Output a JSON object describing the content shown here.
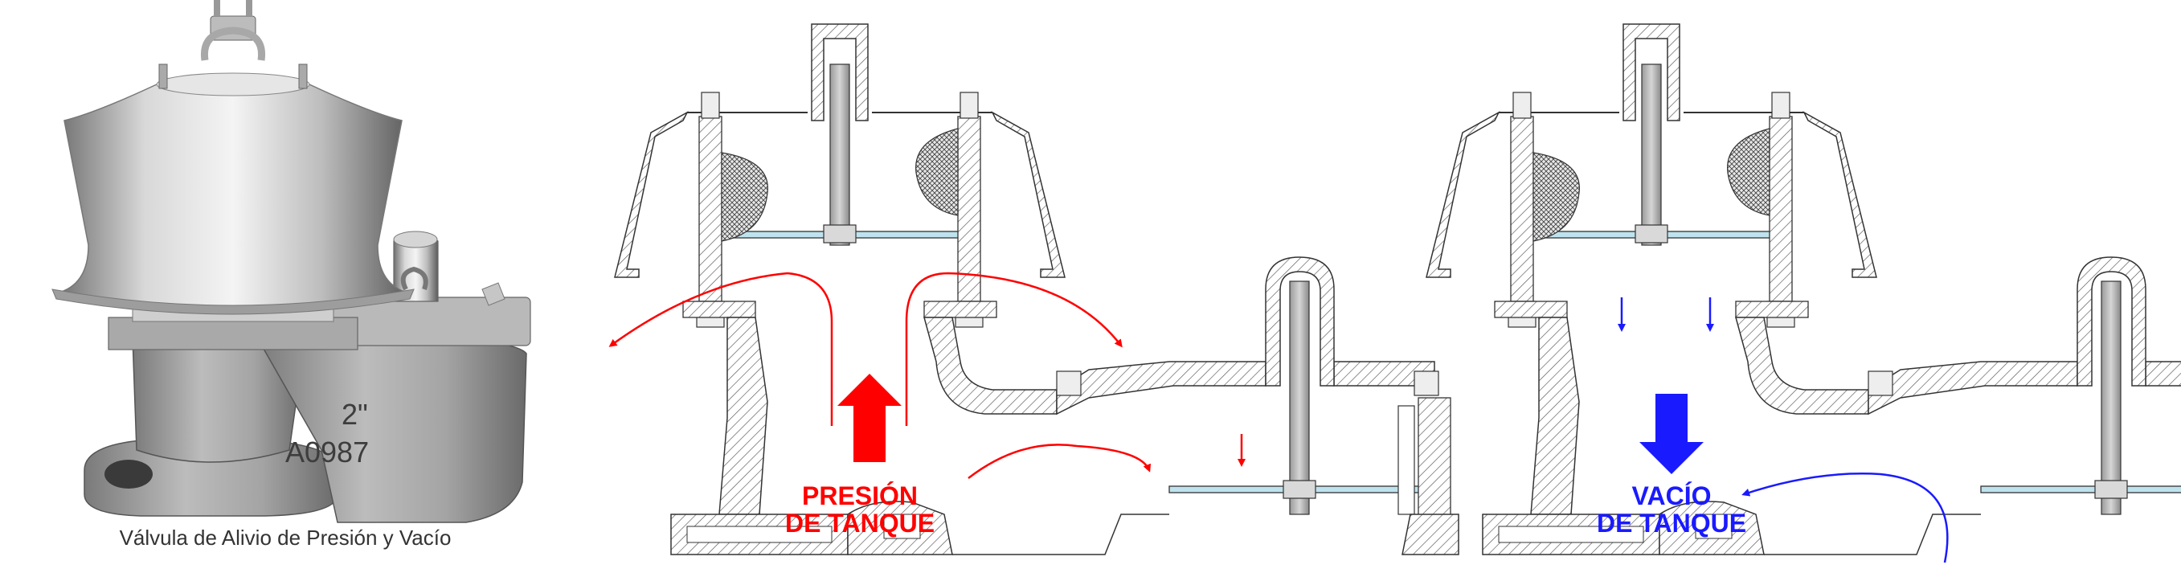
{
  "photo": {
    "caption": "Válvula de Alivio de Presión y Vacío",
    "body_marking_size": "2\"",
    "body_marking_code": "A0987"
  },
  "pressure_diagram": {
    "label_line1": "PRESIÓN",
    "label_line2": "DE TANQUE",
    "color": "#ff0000"
  },
  "vacuum_diagram": {
    "label_line1": "VACÍO",
    "label_line2": "DE TANQUE",
    "color": "#1a1aff"
  }
}
